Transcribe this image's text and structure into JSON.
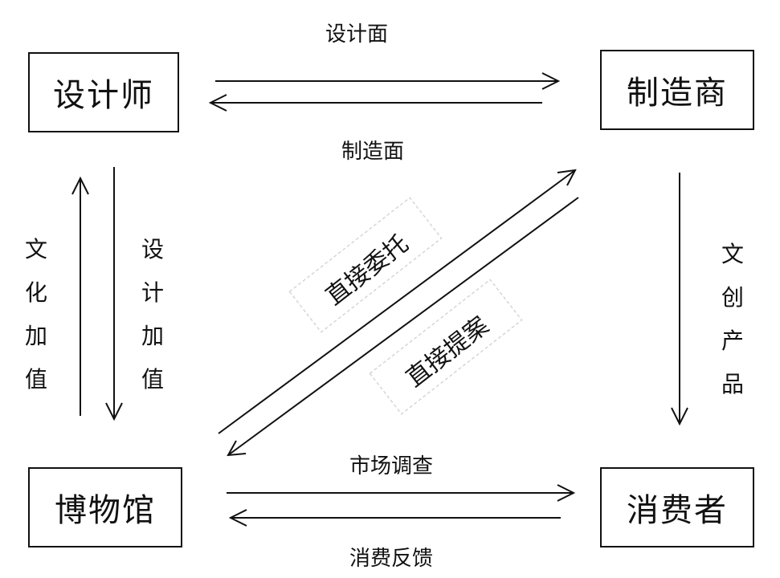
{
  "nodes": {
    "designer": "设计师",
    "manufacturer": "制造商",
    "museum": "博物馆",
    "consumer": "消费者"
  },
  "edges": {
    "design_side": "设计面",
    "manufacture_side": "制造面",
    "cultural_value_add": "文化加值",
    "design_value_add": "设计加值",
    "cultural_products": "文创产品",
    "direct_commission": "直接委托",
    "direct_proposal": "直接提案",
    "market_research": "市场调查",
    "consumer_feedback": "消费反馈"
  }
}
